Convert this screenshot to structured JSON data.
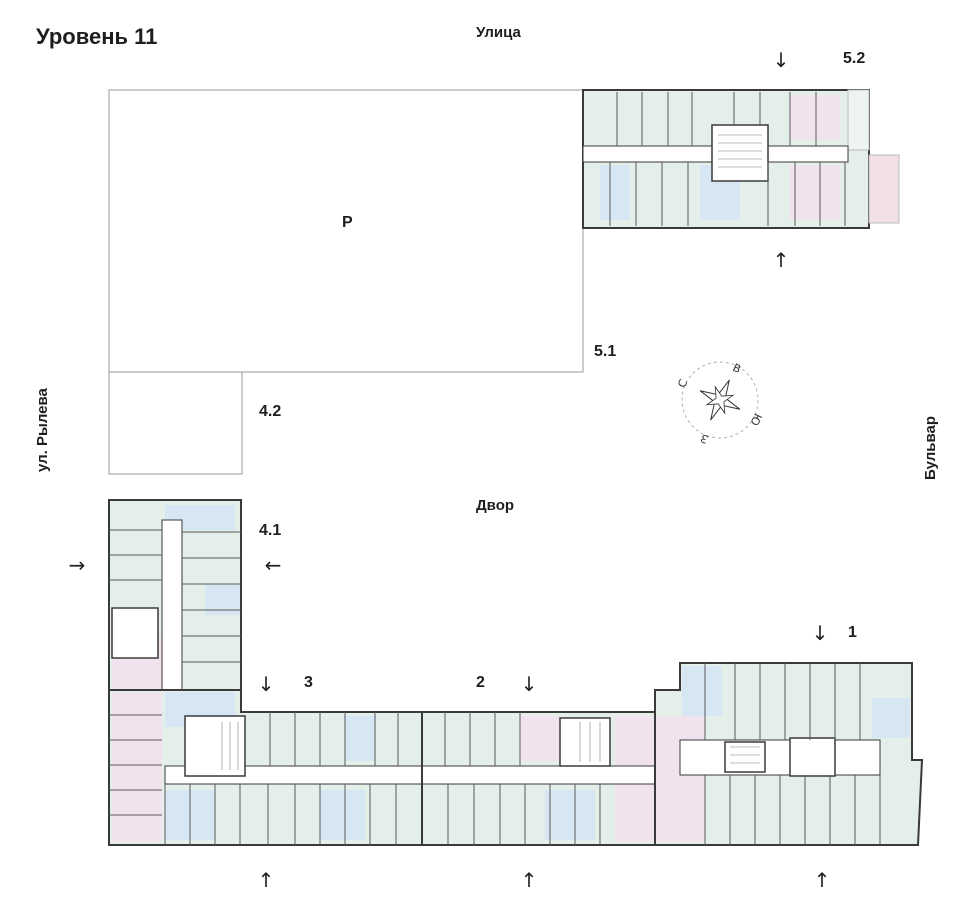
{
  "title": "Уровень 11",
  "streets": {
    "top": "Улица",
    "left": "ул. Рылева",
    "right": "Бульвар",
    "yard": "Двор"
  },
  "sections": {
    "s5_2": "5.2",
    "s5_1": "5.1",
    "s4_2": "4.2",
    "s4_1": "4.1",
    "s3": "3",
    "s2": "2",
    "s1": "1"
  },
  "parking_label": "Р",
  "compass": {
    "north": "С",
    "east": "В",
    "south": "Ю",
    "west": "З"
  },
  "arrows": {
    "down": "↓",
    "up": "↑",
    "right": "→",
    "left": "←"
  },
  "colors": {
    "apartment_green": "#e3efe8",
    "apartment_blue": "#d6e6f2",
    "apartment_pink": "#f1e3ee",
    "wall": "#3a3a3a",
    "outline": "#9a9a9a"
  }
}
